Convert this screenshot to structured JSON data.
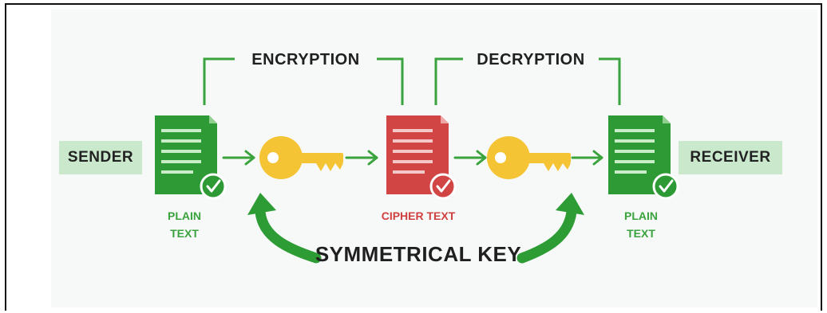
{
  "labels": {
    "sender": "SENDER",
    "receiver": "RECEIVER",
    "encryption": "ENCRYPTION",
    "decryption": "DECRYPTION",
    "plain_text_1": [
      "PLAIN",
      "TEXT"
    ],
    "cipher_text": "CIPHER TEXT",
    "plain_text_2": [
      "PLAIN",
      "TEXT"
    ],
    "symmetrical_key": "SYMMETRICAL KEY"
  },
  "colors": {
    "green": "#3aa33d",
    "green_dark": "#1f7a2a",
    "red": "#cf3f3f",
    "key_yellow": "#f5c435",
    "label_bg": "#c9e8cc"
  },
  "icons": [
    "document-icon",
    "check-icon",
    "key-icon",
    "arrow-right-icon",
    "curved-arrow-icon"
  ]
}
